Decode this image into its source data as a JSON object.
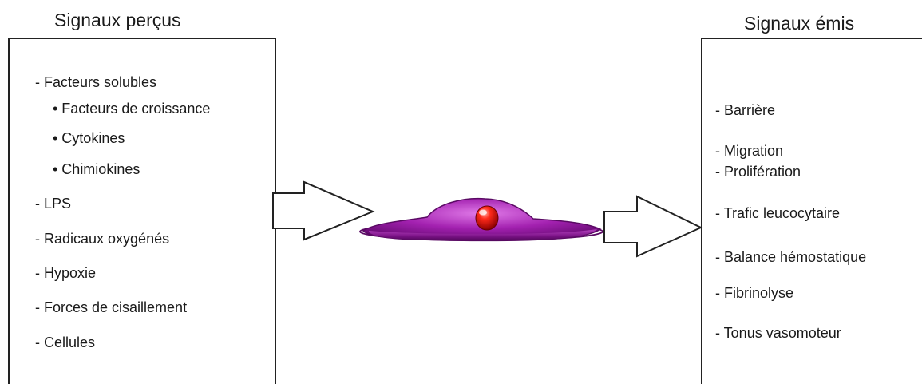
{
  "left_panel": {
    "title": "Signaux perçus",
    "items": [
      {
        "text": "- Facteurs solubles"
      },
      {
        "text": "• Facteurs de croissance"
      },
      {
        "text": "• Cytokines"
      },
      {
        "text": "• Chimiokines"
      },
      {
        "text": "- LPS"
      },
      {
        "text": "- Radicaux oxygénés"
      },
      {
        "text": "- Hypoxie"
      },
      {
        "text": "- Forces de cisaillement"
      },
      {
        "text": "- Cellules"
      }
    ]
  },
  "right_panel": {
    "title": "Signaux émis",
    "items": [
      {
        "text": "- Barrière"
      },
      {
        "text": "- Migration"
      },
      {
        "text": "- Prolifération"
      },
      {
        "text": "- Trafic leucocytaire"
      },
      {
        "text": "- Balance hémostatique"
      },
      {
        "text": "- Fibrinolyse"
      },
      {
        "text": "- Tonus vasomoteur"
      }
    ]
  },
  "colors": {
    "cell_body": "#9b1fa8",
    "cell_highlight": "#d86fe0",
    "cell_edge": "#5a0a64",
    "nucleus": "#d81010"
  }
}
